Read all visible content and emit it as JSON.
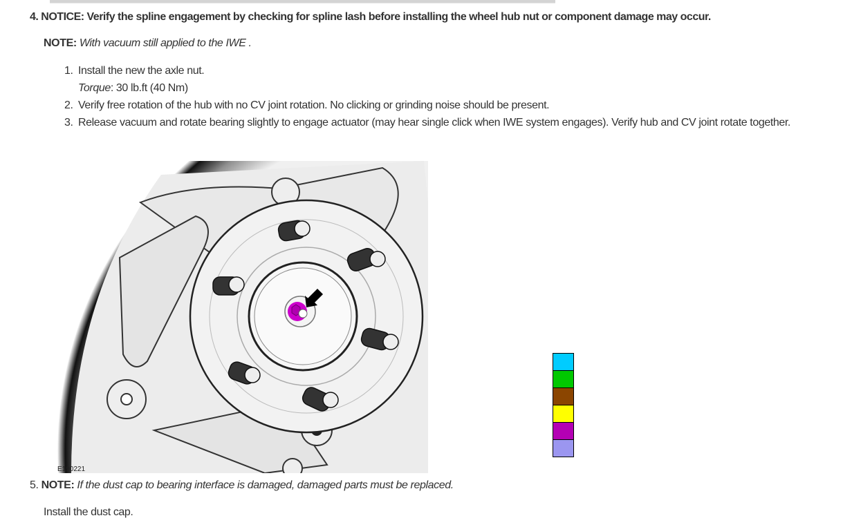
{
  "step4": {
    "number": "4.",
    "notice": "NOTICE: Verify the spline engagement by checking for spline lash before installing the wheel hub nut or component damage may occur.",
    "note_label": "NOTE:",
    "note_text": "With vacuum still applied to the IWE .",
    "substeps": [
      {
        "number": "1.",
        "text": "Install the new the axle nut.",
        "torque_label": "Torque",
        "torque_value": ": 30 lb.ft (40 Nm)"
      },
      {
        "number": "2.",
        "text": "Verify free rotation of the hub with no CV joint rotation. No clicking or grinding noise should be present."
      },
      {
        "number": "3.",
        "text": "Release vacuum and rotate bearing slightly to engage actuator (may hear single click when IWE system engages). Verify hub and CV joint rotate together."
      }
    ]
  },
  "figure": {
    "id_label": "E190221",
    "highlight_color": "#cc00cc",
    "arrow_color": "#000000"
  },
  "legend": {
    "colors": [
      "#00ccff",
      "#00c800",
      "#8b4500",
      "#ffff00",
      "#b400b4",
      "#9b96f0"
    ]
  },
  "step5": {
    "number": "5.",
    "note_label": "NOTE:",
    "note_text": "If the dust cap to bearing interface is damaged, damaged parts must be replaced.",
    "text": "Install the dust cap."
  }
}
